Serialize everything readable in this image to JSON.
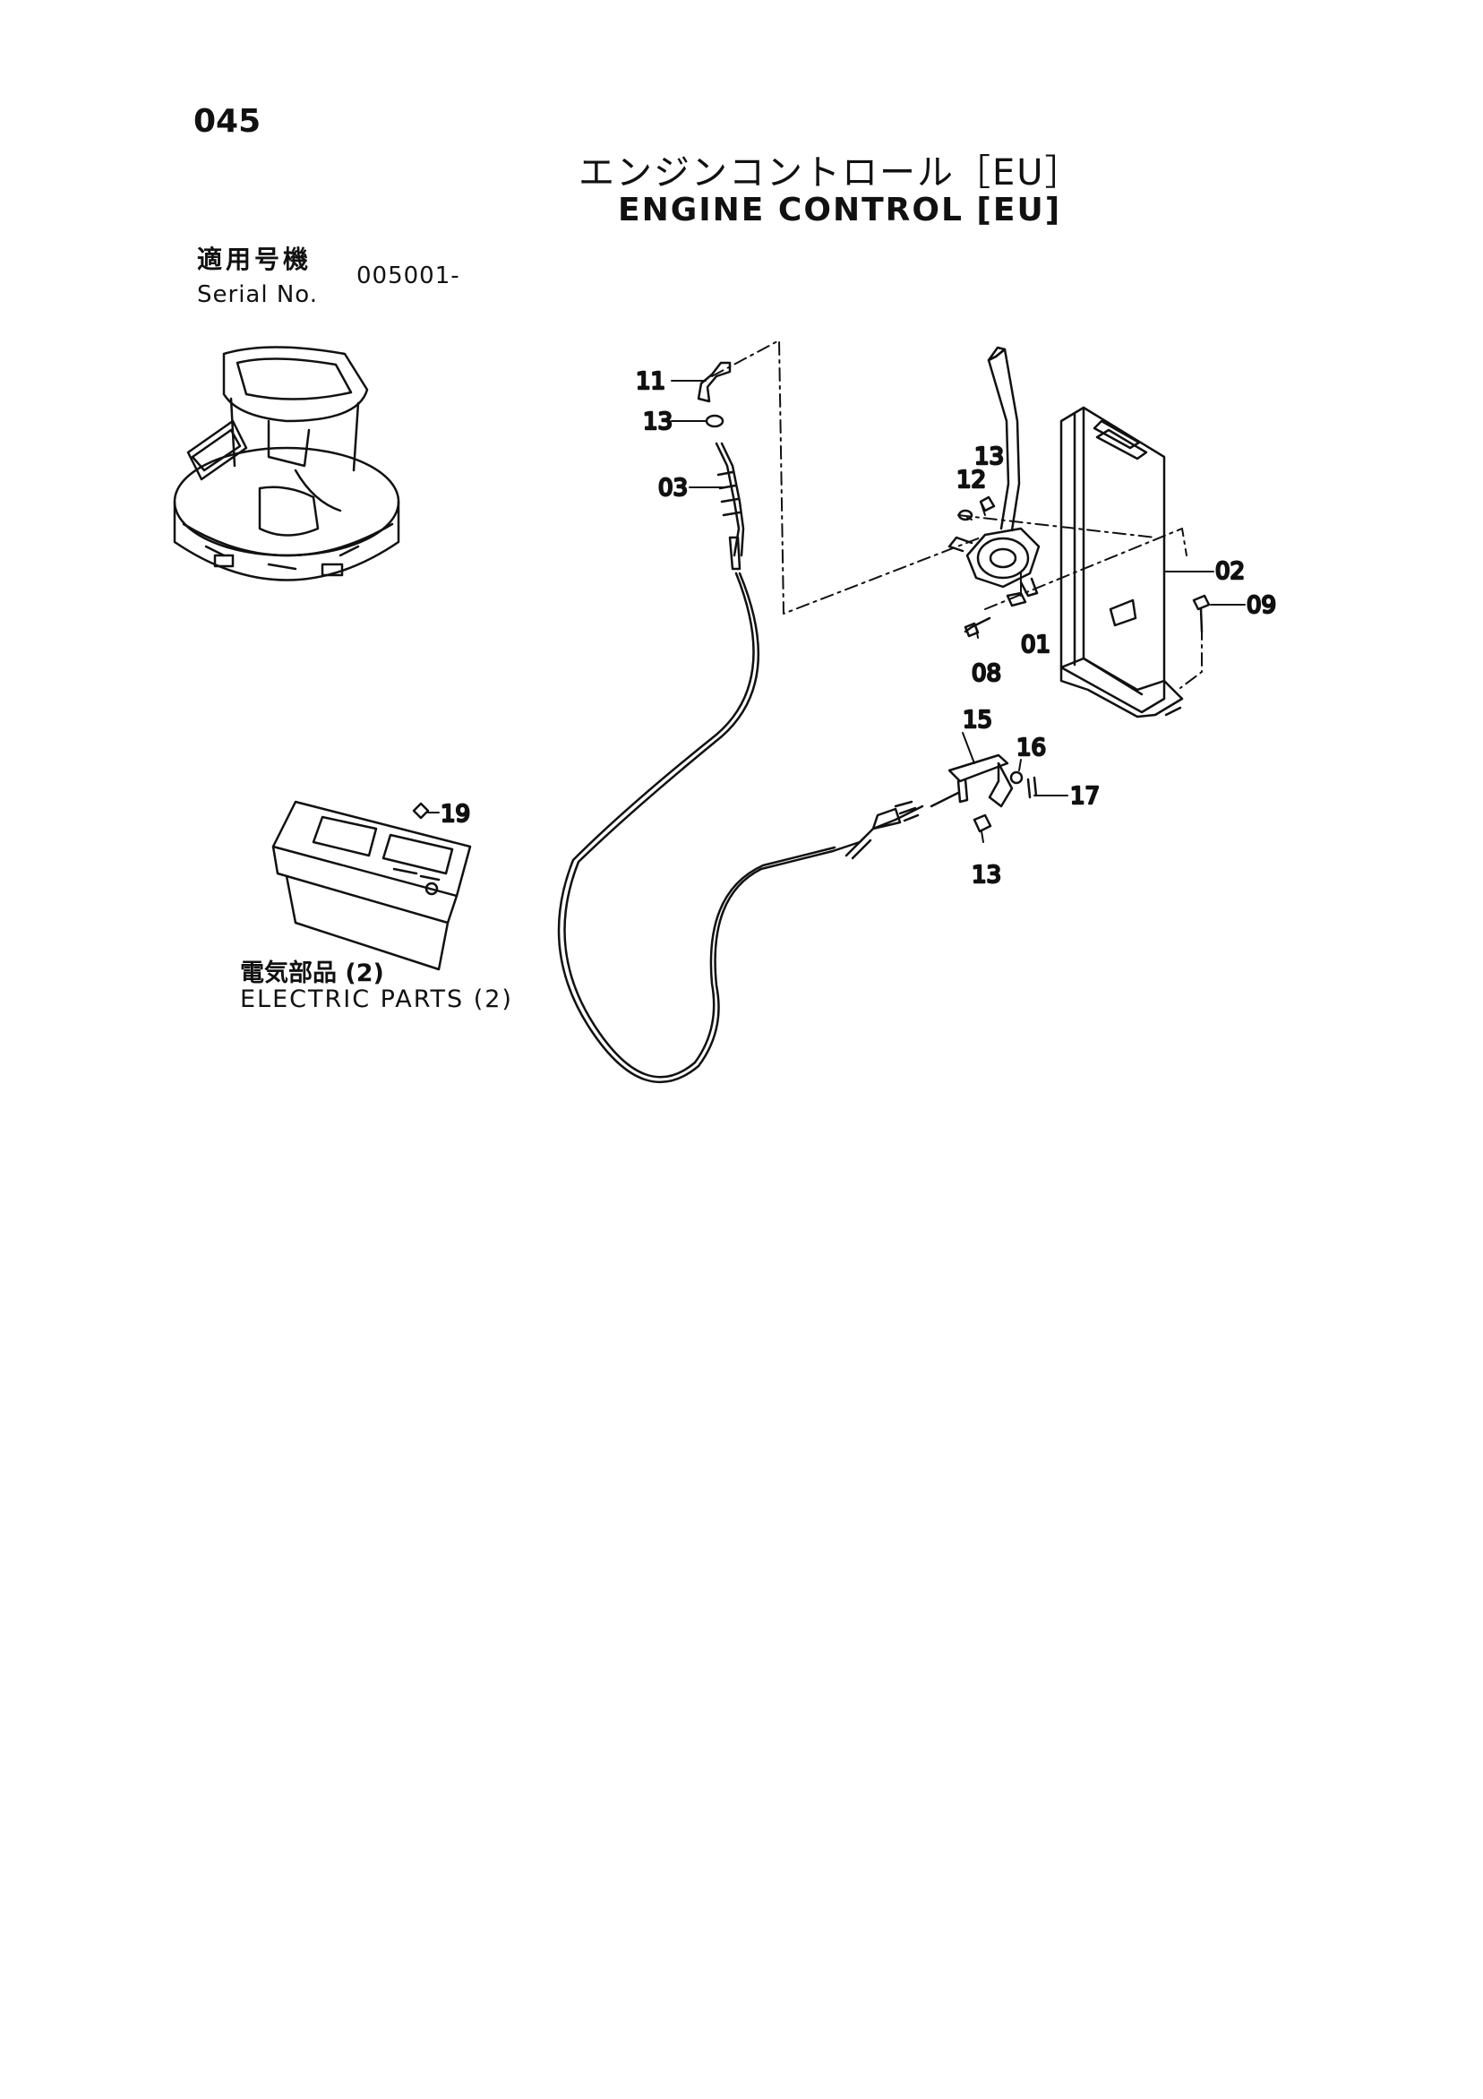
{
  "header": {
    "page_number": "045",
    "title_jp": "エンジンコントロール［EU］",
    "title_en": "ENGINE CONTROL [EU]"
  },
  "serial": {
    "label_jp": "適用号機",
    "label_en": "Serial No.",
    "value": "005001-"
  },
  "callouts": {
    "p01": "01",
    "p02": "02",
    "p03": "03",
    "p08": "08",
    "p09": "09",
    "p11": "11",
    "p12": "12",
    "p13a": "13",
    "p13b": "13",
    "p13c": "13",
    "p15": "15",
    "p16": "16",
    "p17": "17",
    "p19": "19"
  },
  "electric_parts": {
    "label_jp": "電気部品 (2)",
    "label_en": "ELECTRIC PARTS (2)"
  }
}
